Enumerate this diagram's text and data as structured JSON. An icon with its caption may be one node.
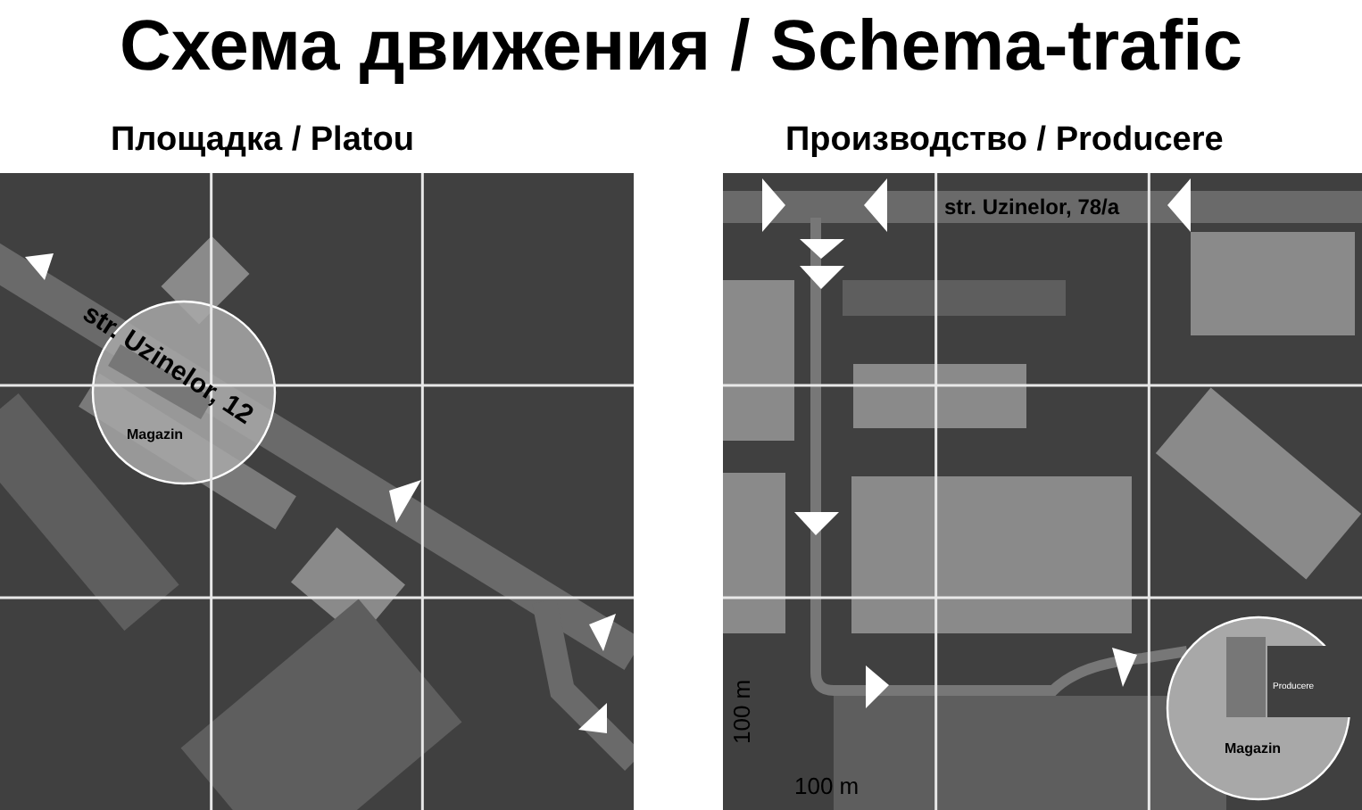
{
  "diagram": {
    "title": "Схема движения / Schema-trafic",
    "labels": [
      "Площадка / Platou",
      "Производство / Producere",
      "str. Uzinelor, 12",
      "Magazin",
      "str. Uzinelor, 78/a",
      "Producere",
      "Magazin",
      "100 m",
      "100 m"
    ]
  }
}
